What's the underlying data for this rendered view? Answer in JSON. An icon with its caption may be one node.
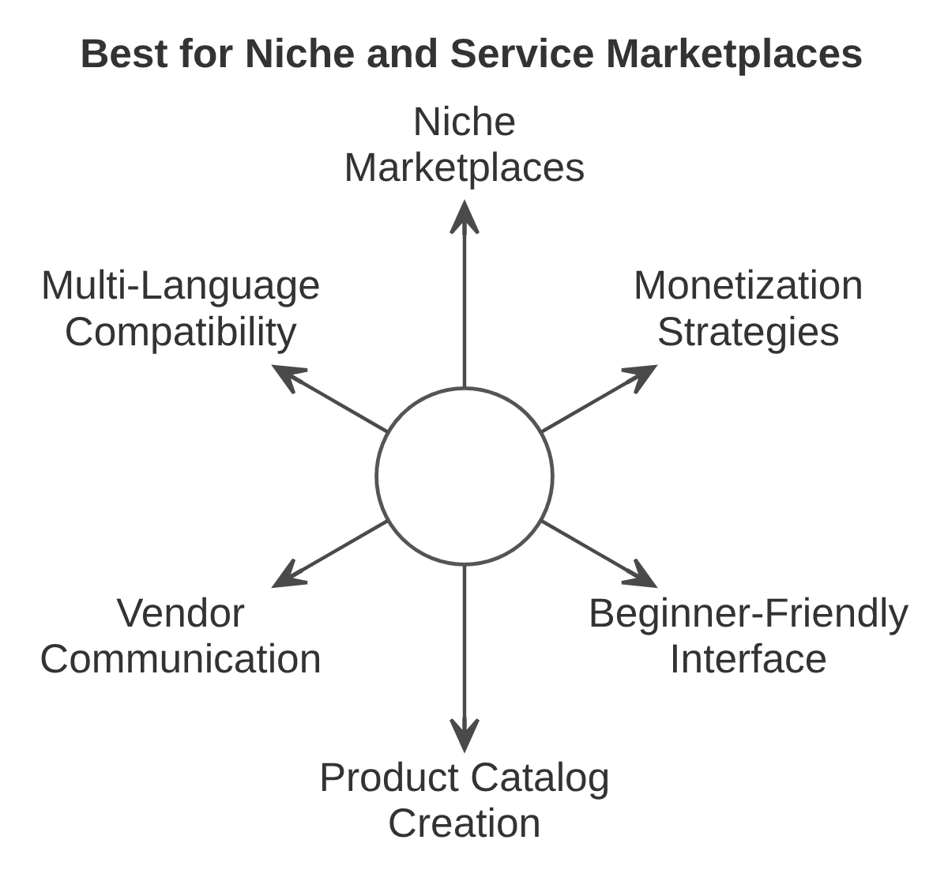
{
  "diagram": {
    "title": "Best for Niche and Service Marketplaces",
    "nodes": [
      {
        "text": [
          "Niche Marketplaces"
        ]
      },
      {
        "text": [
          "Multi-Language Compatibility"
        ]
      },
      {
        "text": [
          "Monetization Strategies"
        ]
      },
      {
        "text": [],
        "shape": "circle"
      },
      {
        "text": [
          "Vendor Communication"
        ]
      },
      {
        "text": [
          "Beginner-Friendly Interface"
        ]
      },
      {
        "text": [
          "Product Catalog Creation"
        ]
      }
    ],
    "edges": [
      {
        "from": 3,
        "to": 2,
        "arrow": "to"
      },
      {
        "from": 3,
        "to": 0,
        "arrow": "to"
      },
      {
        "from": 3,
        "to": 1,
        "arrow": "to"
      },
      {
        "from": 3,
        "to": 4,
        "arrow": "to"
      },
      {
        "from": 3,
        "to": 6,
        "arrow": "to"
      },
      {
        "from": 3,
        "to": 5,
        "arrow": "to"
      }
    ]
  }
}
